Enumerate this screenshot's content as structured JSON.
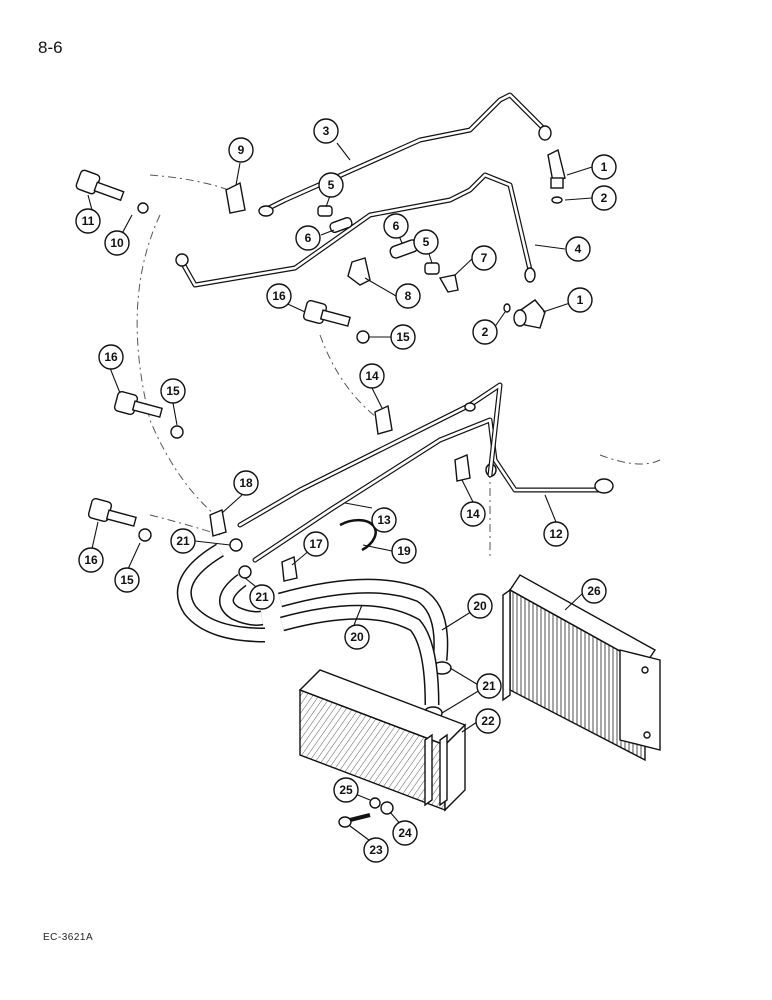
{
  "page_number": "8-6",
  "figure_code": "EC-3621A",
  "callouts": [
    "1",
    "2",
    "3",
    "4",
    "5",
    "6",
    "7",
    "8",
    "9",
    "10",
    "11",
    "12",
    "13",
    "14",
    "15",
    "16",
    "17",
    "18",
    "19",
    "20",
    "21",
    "22",
    "23",
    "24",
    "25",
    "26"
  ]
}
